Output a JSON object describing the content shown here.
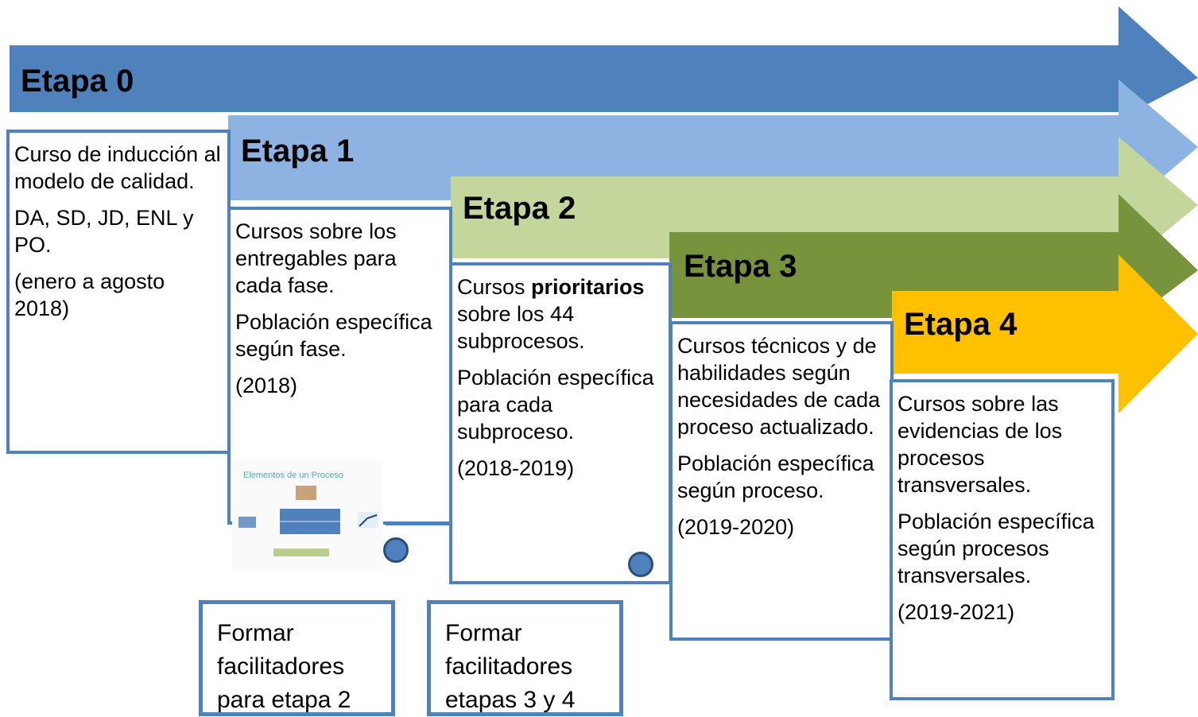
{
  "stages": [
    {
      "label": "Etapa",
      "number": "0",
      "color": "#4f81bd",
      "lines": [
        "Curso de inducción al modelo de calidad.",
        "DA, SD, JD, ENL y PO.",
        "(enero a agosto 2018)"
      ]
    },
    {
      "label": "Etapa",
      "number": "1",
      "color": "#8db3e2",
      "lines": [
        "Cursos sobre los entregables para cada fase.",
        "Población específica según fase.",
        "(2018)"
      ]
    },
    {
      "label": "Etapa",
      "number": "2",
      "color": "#c3d69b",
      "line1_pre": "Cursos ",
      "line1_bold": "prioritarios",
      "line1_post": " sobre los 44 subprocesos.",
      "lines": [
        "Población específica para cada subproceso.",
        "(2018-2019)"
      ]
    },
    {
      "label": "Etapa",
      "number": "3",
      "color": "#77933c",
      "lines": [
        "Cursos técnicos y de habilidades según necesidades de cada proceso actualizado.",
        "Población específica según proceso.",
        "(2019-2020)"
      ]
    },
    {
      "label": "Etapa",
      "number": "4",
      "color": "#ffc000",
      "lines": [
        "Cursos sobre las evidencias de los procesos transversales.",
        "Población específica según procesos transversales.",
        "(2019-2021)"
      ]
    }
  ],
  "facilitators": [
    {
      "text": "Formar facilitadores para etapa 2"
    },
    {
      "text": "Formar facilitadores etapas 3 y 4"
    }
  ],
  "thumbnail": {
    "title": "Elementos de un Proceso"
  },
  "colors": {
    "border": "#4f81bd",
    "dot": "#4f81bd"
  }
}
